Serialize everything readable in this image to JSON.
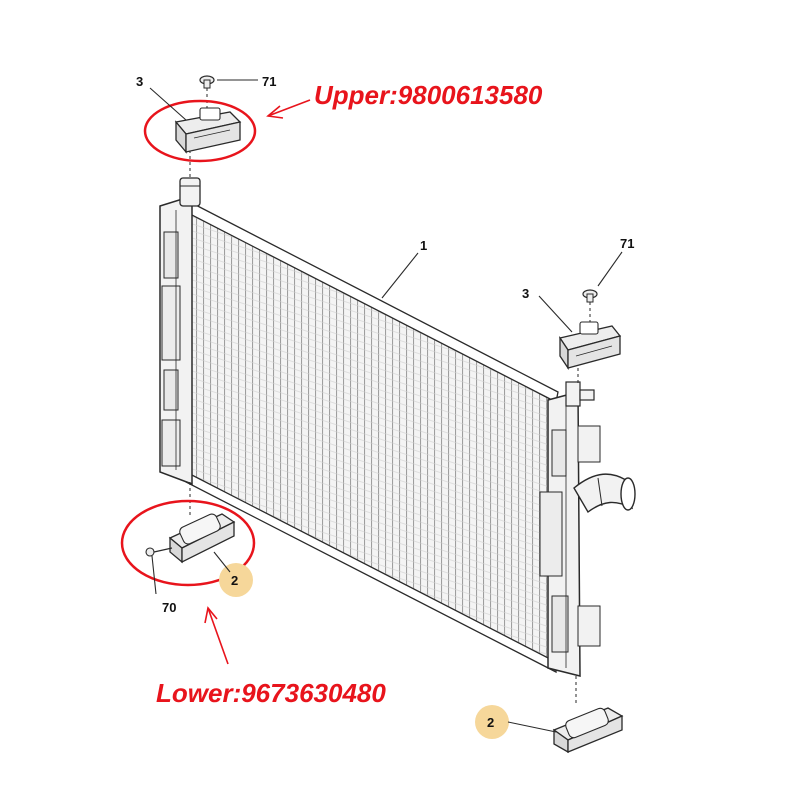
{
  "callouts": {
    "radiator": "1",
    "lower_mount_left": "2",
    "lower_mount_right": "2",
    "upper_mount_left": "3",
    "upper_mount_right": "3",
    "screw_lower": "70",
    "clip_upper_left": "71",
    "clip_upper_right": "71"
  },
  "annotations": {
    "upper": "Upper:9800613580",
    "lower": "Lower:9673630480"
  },
  "colors": {
    "highlight_red": "#e8141c",
    "badge_yellow": "#f6d79a",
    "line_gray": "#2a2a2a",
    "fill_light": "#f2f2f2"
  }
}
